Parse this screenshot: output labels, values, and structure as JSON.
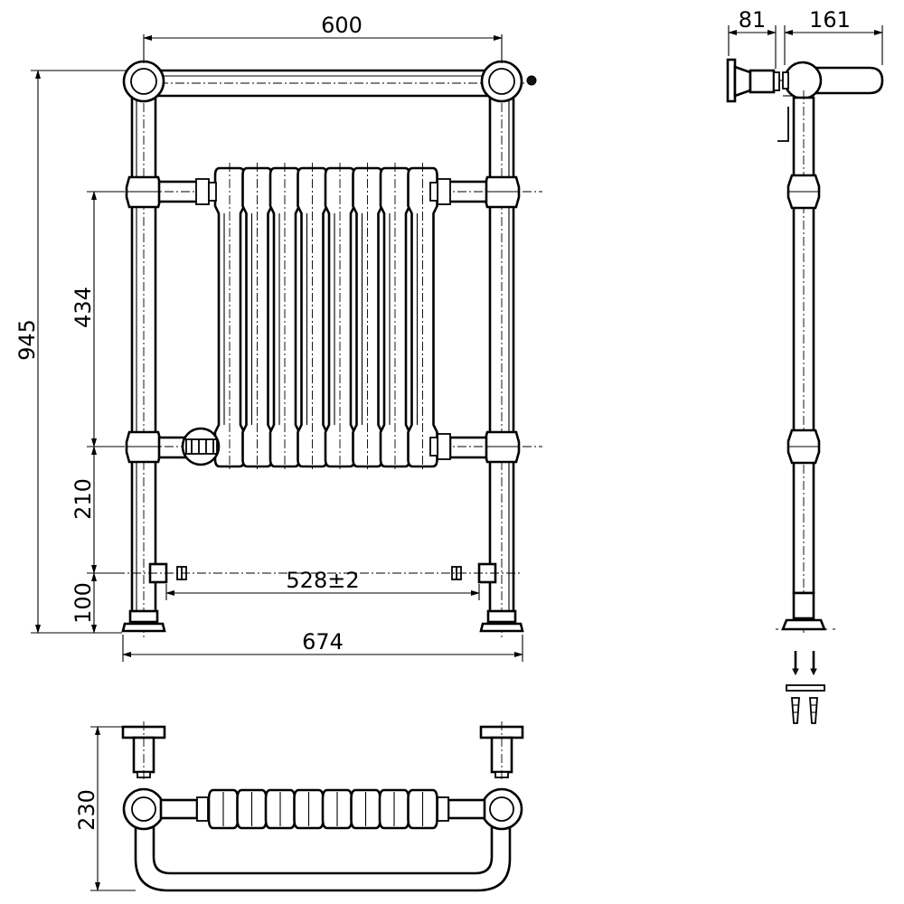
{
  "dimensions": {
    "width_top": "600",
    "height_total": "945",
    "bar_spacing": "434",
    "lower_bar_height": "210",
    "valve_height": "100",
    "valve_centres": "528±2",
    "width_overall": "674",
    "depth_plan": "230",
    "side_wall_offset": "81",
    "side_rail_depth": "161"
  }
}
